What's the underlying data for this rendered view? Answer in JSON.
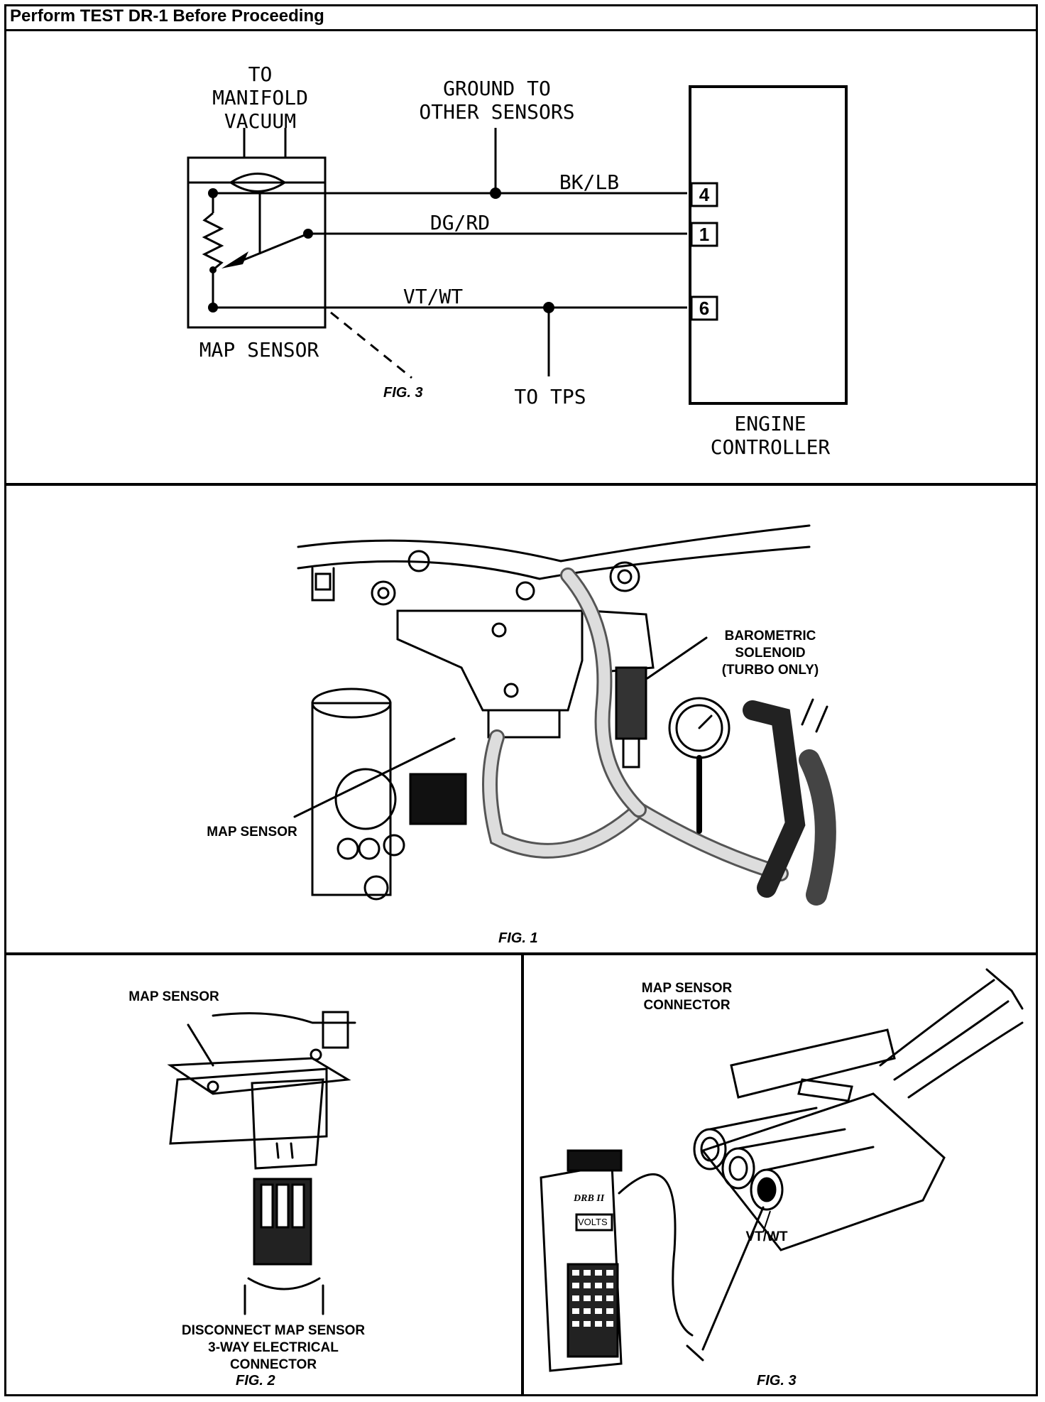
{
  "header": {
    "title": "Perform TEST DR-1 Before Proceeding"
  },
  "schematic": {
    "vacuum_label": "TO\nMANIFOLD\nVACUUM",
    "ground_label": "GROUND TO\nOTHER SENSORS",
    "wire_1": "BK/LB",
    "wire_2": "DG/RD",
    "wire_3": "VT/WT",
    "pin_1": "4",
    "pin_2": "1",
    "pin_3": "6",
    "sensor_label": "MAP SENSOR",
    "fig_ref": "FIG. 3",
    "tps_label": "TO TPS",
    "controller_label": "ENGINE\nCONTROLLER"
  },
  "fig1": {
    "baro_label": "BAROMETRIC\nSOLENOID\n(TURBO ONLY)",
    "map_label": "MAP SENSOR",
    "caption": "FIG. 1"
  },
  "fig2": {
    "title": "MAP SENSOR",
    "instruction": "DISCONNECT MAP SENSOR\n3-WAY ELECTRICAL\nCONNECTOR",
    "caption": "FIG. 2"
  },
  "fig3": {
    "title": "MAP SENSOR\nCONNECTOR",
    "meter_brand": "DRB II",
    "meter_mode": "VOLTS",
    "wire_label": "VT/WT",
    "caption": "FIG. 3"
  }
}
